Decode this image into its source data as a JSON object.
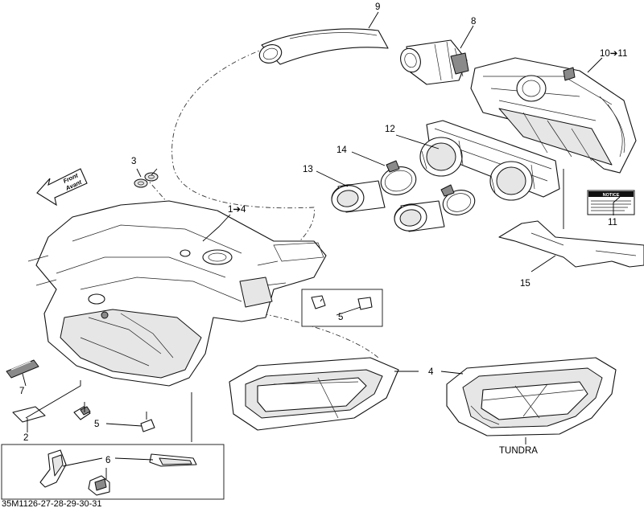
{
  "diagram": {
    "drawing_code": "35M1126-27-28-29-30-31",
    "front_arrow": {
      "line1": "Front",
      "line2": "Avant"
    },
    "notice_label": "NOTICE",
    "variant_label": "TUNDRA",
    "callouts": {
      "c1": "1➔4",
      "c2": "2",
      "c3": "3",
      "c4": "4",
      "c5a": "5",
      "c5b": "5",
      "c6": "6",
      "c7": "7",
      "c8": "8",
      "c9": "9",
      "c10": "10➔11",
      "c11": "11",
      "c12": "12",
      "c13": "13",
      "c14": "14",
      "c15": "15"
    }
  }
}
